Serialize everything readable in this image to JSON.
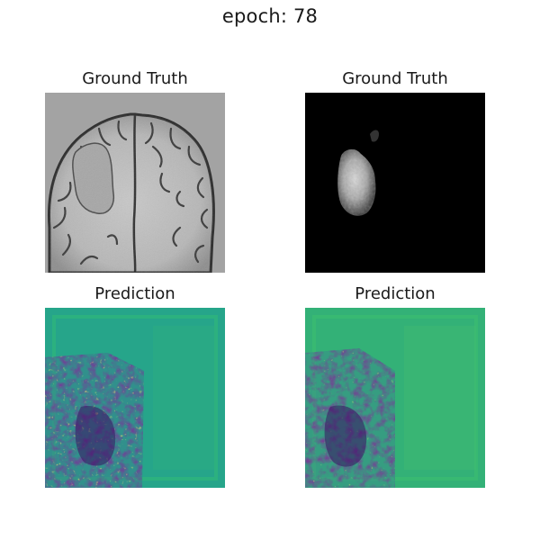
{
  "figure": {
    "suptitle": "epoch: 78"
  },
  "panels": [
    {
      "title": "Ground Truth",
      "content": "brain MRI slice (grayscale)"
    },
    {
      "title": "Ground Truth",
      "content": "tumor segmentation mask"
    },
    {
      "title": "Prediction",
      "content": "predicted map (viridis colormap)"
    },
    {
      "title": "Prediction",
      "content": "predicted map (viridis colormap)"
    }
  ],
  "colors": {
    "mri_background": "#a3a3a3",
    "mask_background": "#000000",
    "viridis_low": "#440154",
    "viridis_mid": "#21918c",
    "viridis_high": "#fde725"
  }
}
